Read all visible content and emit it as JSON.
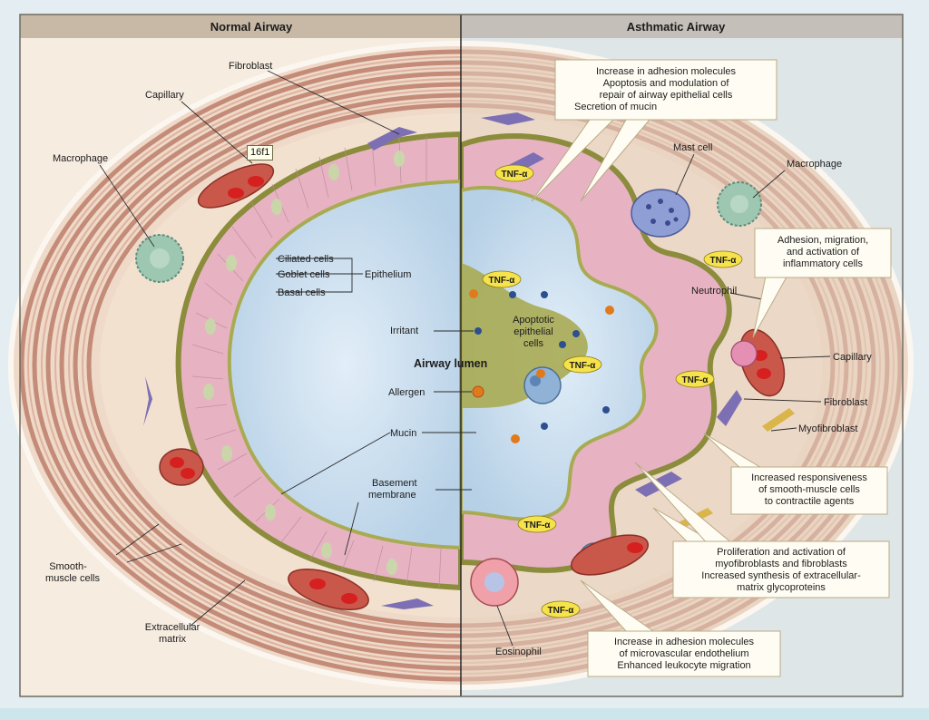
{
  "figure_tag": "16f1",
  "panels": {
    "normal": "Normal Airway",
    "asthmatic": "Asthmatic Airway"
  },
  "normal_labels": {
    "fibroblast": "Fibroblast",
    "capillary": "Capillary",
    "macrophage": "Macrophage",
    "ciliated_cells": "Ciliated cells",
    "goblet_cells": "Goblet cells",
    "basal_cells": "Basal cells",
    "epithelium": "Epithelium",
    "smooth_muscle_1": "Smooth-",
    "smooth_muscle_2": "muscle cells",
    "extracellular_1": "Extracellular",
    "extracellular_2": "matrix"
  },
  "center_labels": {
    "irritant": "Irritant",
    "airway_lumen": "Airway lumen",
    "allergen": "Allergen",
    "mucin": "Mucin",
    "basement_1": "Basement",
    "basement_2": "membrane"
  },
  "asthmatic_labels": {
    "mast_cell": "Mast cell",
    "macrophage": "Macrophage",
    "neutrophil": "Neutrophil",
    "apoptotic_1": "Apoptotic",
    "apoptotic_2": "epithelial",
    "apoptotic_3": "cells",
    "capillary": "Capillary",
    "fibroblast": "Fibroblast",
    "myofibroblast": "Myofibroblast",
    "eosinophil": "Eosinophil",
    "tnf": "TNF-α"
  },
  "callouts": {
    "top": [
      "Increase in adhesion molecules",
      "Apoptosis and modulation of",
      "repair of airway epithelial cells",
      "Secretion of mucin"
    ],
    "adhesion": [
      "Adhesion, migration,",
      "and activation of",
      "inflammatory cells"
    ],
    "responsiveness": [
      "Increased responsiveness",
      "of smooth-muscle cells",
      "to contractile agents"
    ],
    "proliferation": [
      "Proliferation and activation of",
      "myofibroblasts and fibroblasts",
      "Increased synthesis of extracellular-",
      "matrix glycoproteins"
    ],
    "endothelium": [
      "Increase in adhesion molecules",
      "of microvascular endothelium",
      "Enhanced leukocyte migration"
    ]
  },
  "colors": {
    "normal_bg": "#f6ece0",
    "asthmatic_bg": "#dfe6e8",
    "header_bg": "#c8b9a6",
    "muscle": "#b5715e",
    "epithelium": "#e7b3c3",
    "lumen": "#cfe3f2",
    "mucin": "#a9ab53",
    "tnf": "#f6e34b"
  }
}
